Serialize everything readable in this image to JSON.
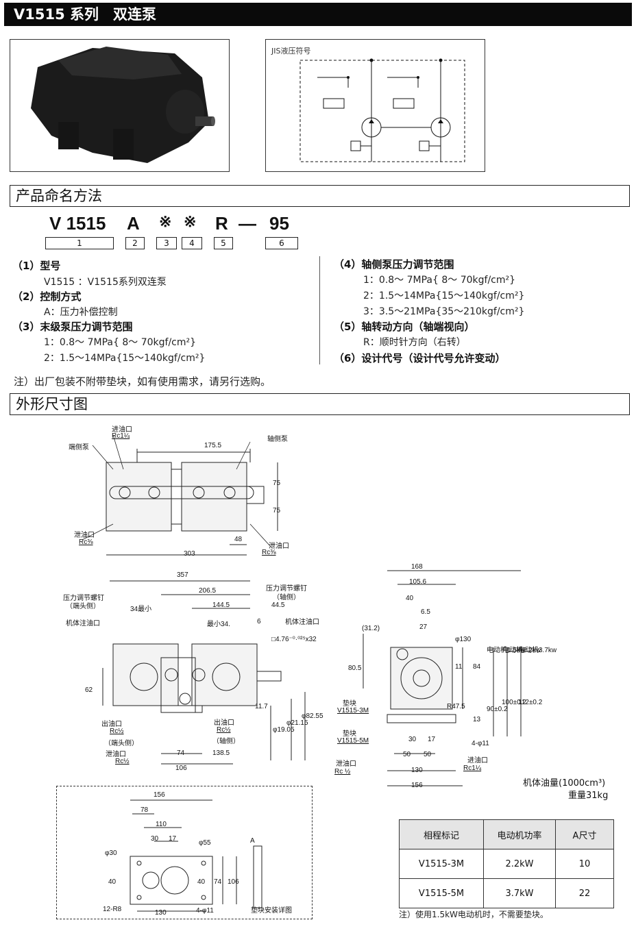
{
  "header": {
    "title": "V1515 系列　双连泵"
  },
  "jis": {
    "label": "JIS液压符号"
  },
  "naming": {
    "section_title": "产品命名方法",
    "code": [
      "V 1515",
      "A",
      "※",
      "※",
      "R",
      "—",
      "95"
    ],
    "boxes": [
      "1",
      "2",
      "3",
      "4",
      "5",
      "6"
    ],
    "left": [
      {
        "head": "（1）型号",
        "lines": [
          "V1515 ：V1515系列双连泵"
        ]
      },
      {
        "head": "（2）控制方式",
        "lines": [
          "A：压力补偿控制"
        ]
      },
      {
        "head": "（3）末级泵压力调节范围",
        "lines": [
          "1：0.8～ 7MPa{ 8～ 70kgf/cm²}",
          "2：1.5～14MPa{15～140kgf/cm²}"
        ]
      }
    ],
    "right": [
      {
        "head": "（4）轴侧泵压力调节范围",
        "lines": [
          "1：0.8～ 7MPa{ 8～ 70kgf/cm²}",
          "2：1.5～14MPa{15～140kgf/cm²}",
          "3：3.5～21MPa{35～210kgf/cm²}"
        ]
      },
      {
        "head": "（5）轴转动方向（轴端视向）",
        "lines": [
          "R：顺时针方向（右转）"
        ]
      },
      {
        "head": "（6）设计代号（设计代号允许变动）",
        "lines": []
      }
    ],
    "note": "注）出厂包装不附带垫块，如有使用需求，请另行选购。"
  },
  "dimensions": {
    "section_title": "外形尺寸图",
    "top_view": {
      "inlet": "进油口",
      "inlet_size": "Rc1¼",
      "end_pump": "端侧泵",
      "shaft_pump": "轴侧泵",
      "d175": "175.5",
      "d75a": "75",
      "d75b": "75",
      "drain": "泄油口",
      "drain_size": "Rc⅜",
      "d48": "48",
      "drain2": "泄油口",
      "drain2_size": "Rc⅜",
      "d303": "303"
    },
    "front_view": {
      "d357": "357",
      "d206": "206.5",
      "d144": "144.5",
      "d44": "44.5",
      "adj_screw_end": "压力调节螺钉",
      "adj_screw_end_sub": "（端头侧）",
      "adj_screw_shaft": "压力调节螺钉",
      "adj_screw_shaft_sub": "（轴侧）",
      "min34a": "34最小",
      "min34b": "最小34.",
      "d6": "6",
      "fill_port": "机体注油口",
      "fill_port2": "机体注油口",
      "key": "□4.76⁻⁰·⁰²⁵x32",
      "d62": "62",
      "d11_7": "11.7",
      "phi19": "φ19.05",
      "phi21": "φ21.15",
      "phi82": "φ82.55",
      "outlet_end": "出油口",
      "outlet_end_size": "Rc½",
      "outlet_end_sub": "（端头侧）",
      "outlet_shaft": "出油口",
      "outlet_shaft_size": "Rc½",
      "outlet_shaft_sub": "（轴侧）",
      "drain": "泄油口",
      "drain_size": "Rc½",
      "d74": "74",
      "d138": "138.5",
      "d106": "106"
    },
    "side_view": {
      "d168": "168",
      "d105": "105.6",
      "d40": "40",
      "d6_5": "6.5",
      "d27": "27",
      "d31": "(31.2)",
      "d80": "80.5",
      "phi130": "φ130",
      "d11": "11",
      "d84": "84",
      "motor15": "电动机1.5kw",
      "motor22": "电动机2.2kw",
      "motor37": "电动机3.7kw",
      "r47": "R47.5",
      "d13": "13",
      "d90": "90±0.2",
      "d100": "100±0.2",
      "d112": "112±0.2",
      "pad": "垫块",
      "pad3": "V1515-3M",
      "pad2": "垫块",
      "pad5": "V1515-5M",
      "d30": "30",
      "d17": "17",
      "hole": "4-φ11",
      "d50a": "50",
      "d50b": "50",
      "drain": "泄油口",
      "drain_size": "Rc ½",
      "inlet": "进油口",
      "inlet_size": "Rc1¼",
      "d130": "130",
      "d156": "156"
    },
    "oil": "机体油量(1000cm³)",
    "weight": "重量31kg",
    "pad_view": {
      "d156": "156",
      "d78": "78",
      "d110": "110",
      "d30": "30",
      "d17": "17",
      "phi30": "φ30",
      "phi55": "φ55",
      "d40a": "40",
      "d40b": "40",
      "d74": "74",
      "d106": "106",
      "r8": "12-R8",
      "d130": "130",
      "hole": "4-φ11",
      "a": "A",
      "caption": "垫块安装详图"
    }
  },
  "spec_table": {
    "headers": [
      "相程标记",
      "电动机功率",
      "A尺寸"
    ],
    "rows": [
      [
        "V1515-3M",
        "2.2kW",
        "10"
      ],
      [
        "V1515-5M",
        "3.7kW",
        "22"
      ]
    ]
  },
  "table_note": "注）使用1.5kW电动机时，不需要垫块。"
}
